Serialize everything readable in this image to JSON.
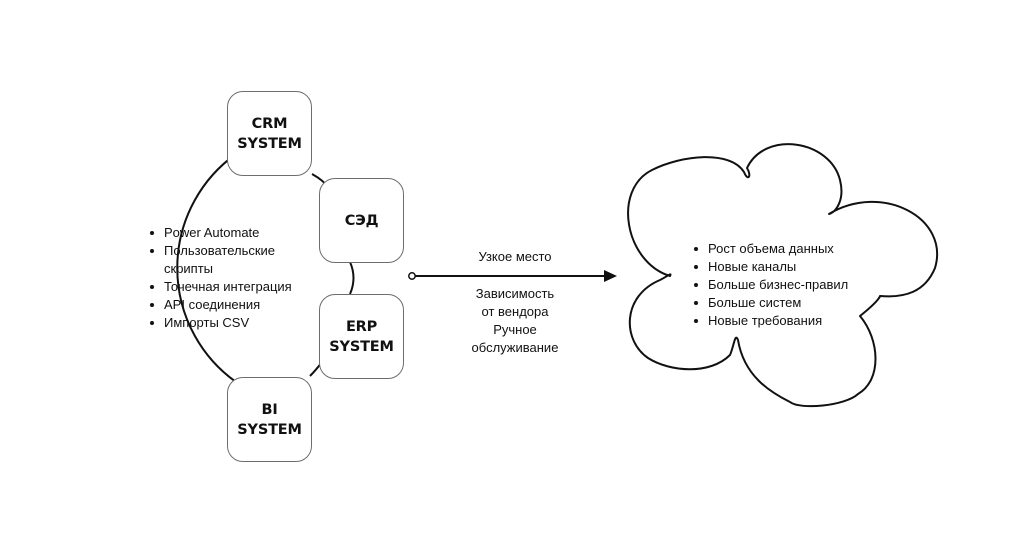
{
  "systems": {
    "crm": [
      "CRM",
      "SYSTEM"
    ],
    "sed": [
      "СЭД"
    ],
    "erp": [
      "ERP",
      "SYSTEM"
    ],
    "bi": [
      "BI",
      "SYSTEM"
    ]
  },
  "integration_methods": [
    "Power Automate",
    "Пользовательские",
    "скрипты",
    "Точечная интеграция",
    "API соединения",
    "Импорты CSV"
  ],
  "bottleneck": {
    "title": "Узкое место",
    "items": [
      "Зависимость",
      "от вендора",
      "Ручное",
      "обслуживание"
    ]
  },
  "growth_factors": [
    "Рост объема данных",
    "Новые каналы",
    "Больше бизнес-правил",
    "Больше систем",
    "Новые требования"
  ],
  "colors": {
    "stroke": "#111111",
    "box_border": "#6d6d6d",
    "background": "#ffffff"
  }
}
